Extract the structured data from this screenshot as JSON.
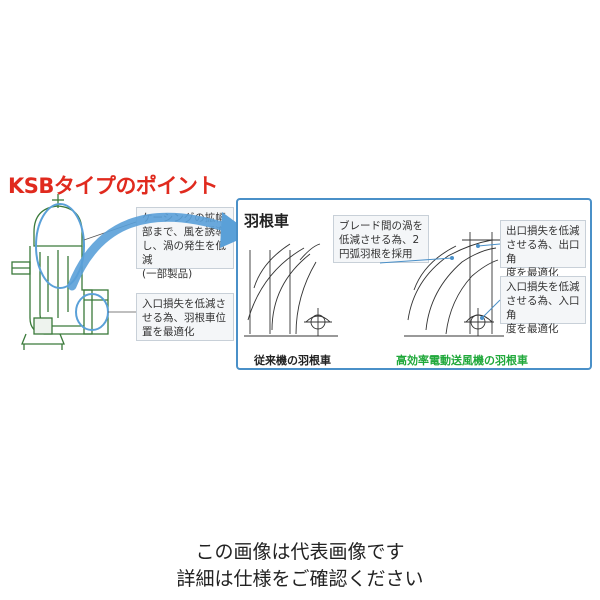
{
  "title": "KSBタイプのポイント",
  "notes": {
    "casing": "ケーシングの拡幅\n部まで、風を誘導\nし、渦の発生を低減\n(一部製品)",
    "inlet_left": "入口損失を低減さ\nせる為、羽根車位\n置を最適化",
    "blade": "ブレード間の渦を\n低減させる為、2\n円弧羽根を採用",
    "outlet": "出口損失を低減\nさせる為、出口角\n度を最適化",
    "inlet_right": "入口損失を低減\nさせる為、入口角\n度を最適化"
  },
  "panel": {
    "title": "羽根車",
    "caption_left": "従来機の羽根車",
    "caption_right": "高効率電動送風機の羽根車"
  },
  "colors": {
    "title": "#e02a1e",
    "panel_border": "#4a90c8",
    "arrow": "#5aa0d8",
    "machine_line": "#3a7a3a",
    "caption_right": "#1fa83a"
  },
  "footer": {
    "line1": "この画像は代表画像です",
    "line2": "詳細は仕様をご確認ください"
  }
}
